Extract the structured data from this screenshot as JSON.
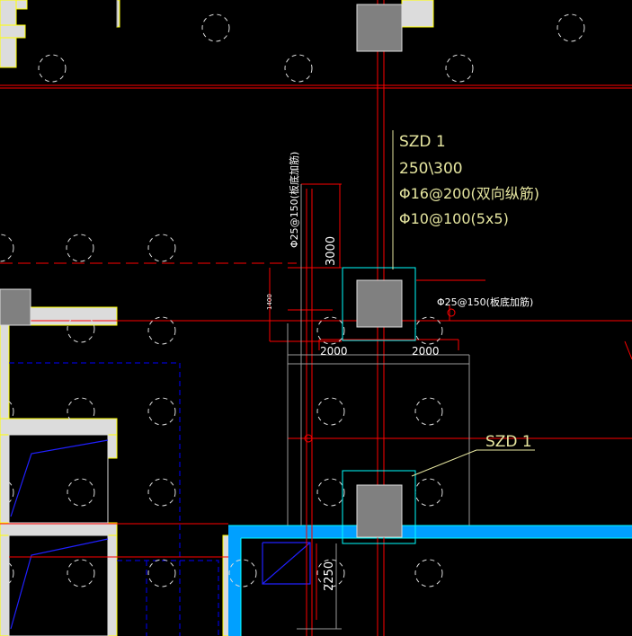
{
  "drawing": {
    "column_tag": {
      "name": "SZD 1",
      "size": "250\\300",
      "long_bars": "Φ16@200(双向纵筋)",
      "stirrups": "Φ10@100(5x5)"
    },
    "leader_label": "SZD 1",
    "rebar_notes": {
      "vertical": "Φ25@150(板底加筋)",
      "horizontal": "Φ25@150(板底加筋)"
    },
    "dimensions": {
      "left_2000": "2000",
      "right_2000": "2000",
      "vertical_3000": "3000",
      "vertical_2250": "2250",
      "small_1400": "1400"
    },
    "colors": {
      "background": "#000000",
      "axis_red": "#ff0000",
      "wall_fill": "#dcdcdc",
      "column_fill": "#808080",
      "rebar_text": "#ffffff",
      "tag_text": "#e6e6a0",
      "cyan": "#00ffff",
      "beam_blue": "#00a0ff",
      "dash_blue": "#0000ff",
      "yellow_line": "#ffff00"
    }
  }
}
